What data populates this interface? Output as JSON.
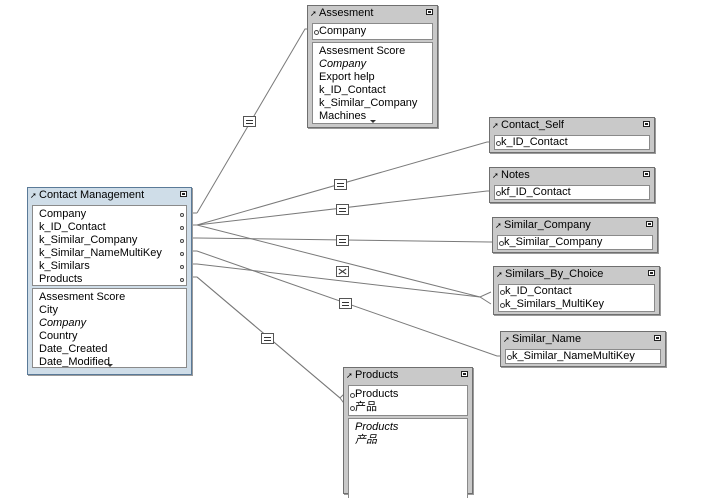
{
  "tables": {
    "contact_management": {
      "title": "Contact Management",
      "keys": [
        "Company",
        "k_ID_Contact",
        "k_Similar_Company",
        "k_Similar_NameMultiKey",
        "k_Similars",
        "Products"
      ],
      "fields": [
        "Assesment Score",
        "City",
        "Company",
        "Country",
        "Date_Created",
        "Date_Modified"
      ]
    },
    "assesment": {
      "title": "Assesment",
      "keys": [
        "Company"
      ],
      "fields": [
        "Assesment Score",
        "Company",
        "Export help",
        "k_ID_Contact",
        "k_Similar_Company",
        "Machines"
      ]
    },
    "contact_self": {
      "title": "Contact_Self",
      "keys": [
        "k_ID_Contact"
      ]
    },
    "notes": {
      "title": "Notes",
      "keys": [
        "kf_ID_Contact"
      ]
    },
    "similar_company": {
      "title": "Similar_Company",
      "keys": [
        "k_Similar_Company"
      ]
    },
    "similars_by_choice": {
      "title": "Similars_By_Choice",
      "keys": [
        "k_ID_Contact",
        "k_Similars_MultiKey"
      ]
    },
    "similar_name": {
      "title": "Similar_Name",
      "keys": [
        "k_Similar_NameMultiKey"
      ]
    },
    "products": {
      "title": "Products",
      "keys": [
        "Products",
        "产品"
      ],
      "fields": [
        "Products",
        "产品"
      ]
    }
  },
  "colors": {
    "active_table": "#cfdde8",
    "inactive_table": "#c9c9c9",
    "line": "#7a7a7a"
  }
}
